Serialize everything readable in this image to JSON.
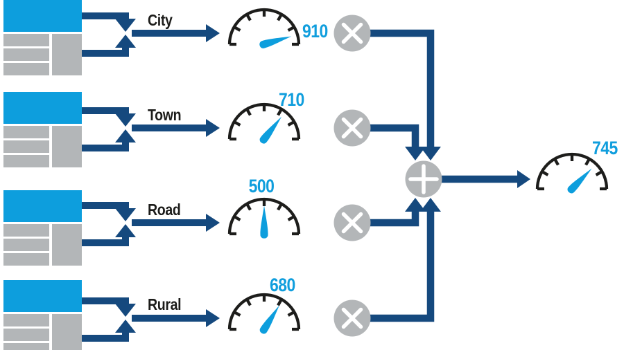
{
  "diagram": {
    "rows": [
      {
        "label": "City",
        "gauge_value": 910,
        "operator": "multiply"
      },
      {
        "label": "Town",
        "gauge_value": 710,
        "operator": "multiply"
      },
      {
        "label": "Road",
        "gauge_value": 500,
        "operator": "multiply"
      },
      {
        "label": "Rural",
        "gauge_value": 680,
        "operator": "multiply"
      }
    ],
    "combiner": {
      "operator": "add"
    },
    "output": {
      "gauge_value": 745
    },
    "gauge_scale": {
      "min": 0,
      "max": 1000
    }
  },
  "colors": {
    "accent_blue": "#0d9edd",
    "navy_arrow": "#15497e",
    "node_gray": "#b3b6b8",
    "gauge_outline": "#1d1d1b",
    "background": "#ffffff"
  }
}
